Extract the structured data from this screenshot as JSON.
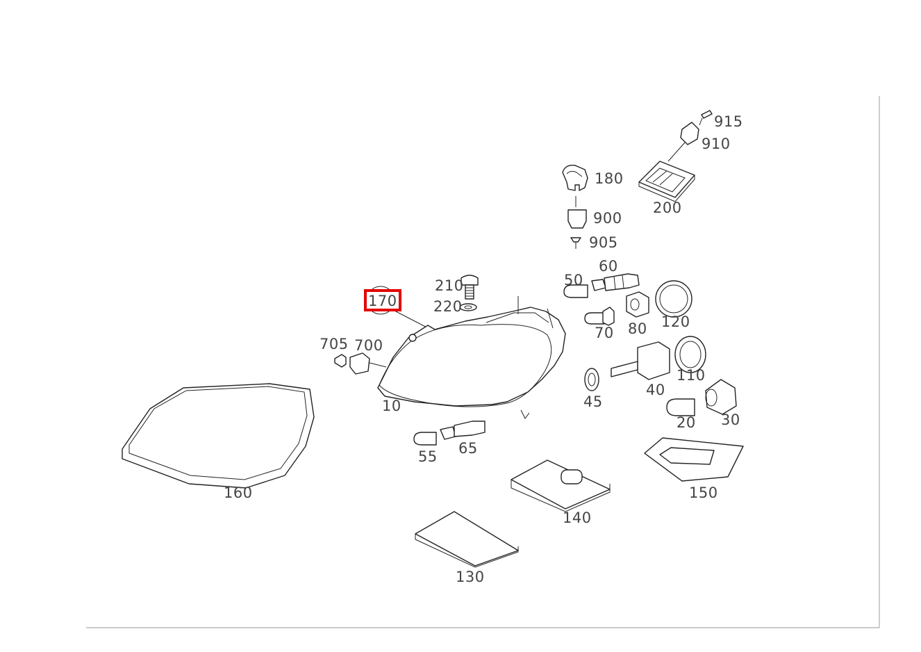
{
  "diagram": {
    "highlighted_callout": "170",
    "highlight_color": "#e30000",
    "callouts": {
      "c915": "915",
      "c910": "910",
      "c180": "180",
      "c200": "200",
      "c900": "900",
      "c905": "905",
      "c60": "60",
      "c50": "50",
      "c210": "210",
      "c170": "170",
      "c220": "220",
      "c80": "80",
      "c120": "120",
      "c70": "70",
      "c705": "705",
      "c700": "700",
      "c110": "110",
      "c40": "40",
      "c10": "10",
      "c45": "45",
      "c20": "20",
      "c30": "30",
      "c55": "55",
      "c65": "65",
      "c150": "150",
      "c160": "160",
      "c140": "140",
      "c130": "130"
    }
  }
}
